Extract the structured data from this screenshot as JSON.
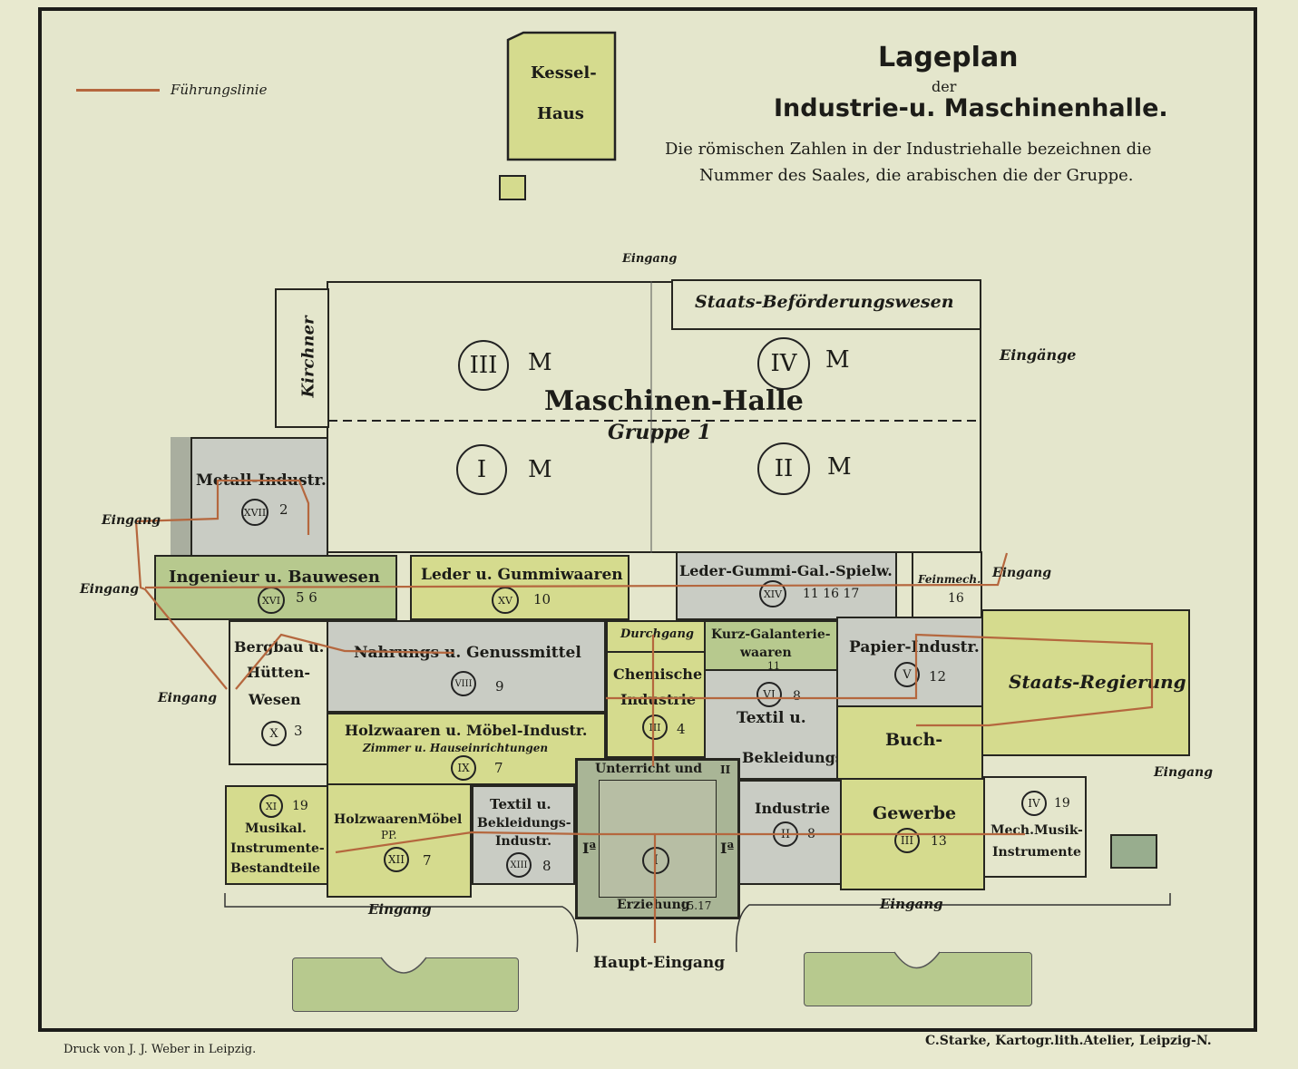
{
  "title": "Lageplan",
  "title_der": "der",
  "subtitle": "Industrie-u. Maschinenhalle.",
  "description_line1": "Die römischen Zahlen in der Industriehalle bezeichnen die",
  "description_line2": "Nummer des Saales, die arabischen die der Gruppe.",
  "legend": {
    "label": "Führungslinie",
    "color": "#b5673e"
  },
  "kessel": {
    "line1": "Kessel-",
    "line2": "Haus"
  },
  "maschinen_halle": {
    "title": "Maschinen-Halle",
    "gruppe": "Gruppe 1",
    "rooms": [
      {
        "roman": "III",
        "letter": "M"
      },
      {
        "roman": "IV",
        "letter": "M"
      },
      {
        "roman": "I",
        "letter": "M"
      },
      {
        "roman": "II",
        "letter": "M"
      }
    ]
  },
  "staats_befoerderung": "Staats-Beförderungswesen",
  "kirchner": "Kirchner",
  "labels": {
    "eingang": "Eingang",
    "eingaenge": "Eingänge",
    "durchgang": "Durchgang",
    "haupt_eingang": "Haupt-Eingang"
  },
  "rooms": {
    "metall": {
      "name": "Metall-Industr.",
      "roman": "XVII",
      "group": "2"
    },
    "ingenieur": {
      "name": "Ingenieur u. Bauwesen",
      "roman": "XVI",
      "group": "5 6"
    },
    "leder_gummi": {
      "name": "Leder u. Gummiwaaren",
      "roman": "XV",
      "group": "10"
    },
    "leder_gummi_gal": {
      "name": "Leder-Gummi-Gal.-Spielw.",
      "roman": "XIV",
      "group": "11 16 17"
    },
    "feinmech": {
      "name": "Feinmech.",
      "group": "16"
    },
    "bergbau": {
      "line1": "Bergbau u.",
      "line2": "Hütten-",
      "line3": "Wesen",
      "roman": "X",
      "group": "3"
    },
    "nahrung": {
      "name": "Nahrungs u. Genussmittel",
      "roman": "VIII",
      "group": "9"
    },
    "holz_moebel": {
      "name": "Holzwaaren u. Möbel-Industr.",
      "sub": "Zimmer u. Hauseinrichtungen",
      "roman": "IX",
      "group": "7"
    },
    "chemische": {
      "line1": "Chemische",
      "line2": "Industrie",
      "roman": "III",
      "group": "4"
    },
    "kurz": {
      "line1": "Kurz-Galanterie-",
      "line2": "waaren",
      "group": "11"
    },
    "textil_bekl": {
      "line1": "Textil u.",
      "line2": "Bekleidungs-",
      "line3": "Industrie",
      "roman_a": "VI",
      "group_a": "8",
      "roman_b": "II",
      "group_b": "8"
    },
    "papier": {
      "name": "Papier-Industr.",
      "roman": "V",
      "group": "12"
    },
    "staats_regierung": "Staats-Regierung",
    "buch_gewerbe": {
      "line1": "Buch-",
      "line2": "Gewerbe",
      "roman": "III",
      "group": "13"
    },
    "musikal": {
      "line1": "Musikal.",
      "line2": "Instrumente-",
      "line3": "Bestandteile",
      "roman": "XI",
      "group": "19"
    },
    "holzwaaren_moebel": {
      "line1": "HolzwaarenMöbel",
      "line2": "PP.",
      "roman": "XII",
      "group": "7"
    },
    "textil_small": {
      "line1": "Textil u.",
      "line2": "Bekleidungs-",
      "line3": "Industr.",
      "roman": "XIII",
      "group": "8"
    },
    "unterricht": {
      "line1": "Unterricht und",
      "roman_top": "II",
      "line2": "Erziehung",
      "groups": "15.17",
      "roman": "I",
      "ia": "Iª"
    },
    "mech_musik": {
      "line1": "Mech.Musik-",
      "line2": "Instrumente",
      "roman": "IV",
      "group": "19"
    }
  },
  "footer_left": "Druck von J. J. Weber in Leipzig.",
  "footer_right": "C.Starke, Kartogr.lith.Atelier, Leipzig-N.",
  "colors": {
    "paper": "#e4e6cc",
    "yellow_green": "#d5db8e",
    "green": "#b7c98e",
    "gray_blue": "#c9ccc4",
    "dark_green": "#98ad8e",
    "route": "#b5673e"
  }
}
